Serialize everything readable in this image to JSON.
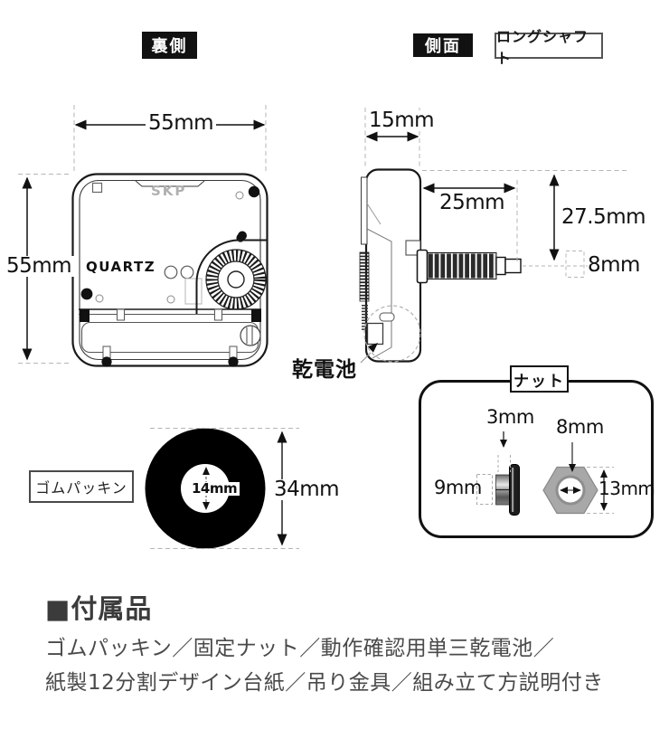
{
  "tags": {
    "back": "裏側",
    "side": "側面",
    "long_shaft": "ロングシャフト",
    "rubber_packing": "ゴムパッキン",
    "nut": "ナット",
    "battery": "乾電池"
  },
  "movement": {
    "brand": "SKP",
    "type_label": "QUARTZ"
  },
  "dims": {
    "body_width": "55mm",
    "body_height": "55mm",
    "depth": "15mm",
    "shaft_thread": "25mm",
    "shaft_total": "27.5mm",
    "shaft_tip": "8mm",
    "packing_hole": "14mm",
    "packing_outer": "34mm",
    "nut_thickness": "3mm",
    "nut_flange": "9mm",
    "nut_hole": "8mm",
    "nut_width": "13mm"
  },
  "accessories": {
    "heading": "■付属品",
    "line1": "ゴムパッキン／固定ナット／動作確認用単三乾電池／",
    "line2": "紙製12分割デザイン台紙／吊り金具／組み立て方説明付き"
  },
  "colors": {
    "tag_bg": "#111111",
    "line": "#1a1a1a",
    "dash": "#b5b5b5",
    "body_text": "#4a4a4a"
  }
}
